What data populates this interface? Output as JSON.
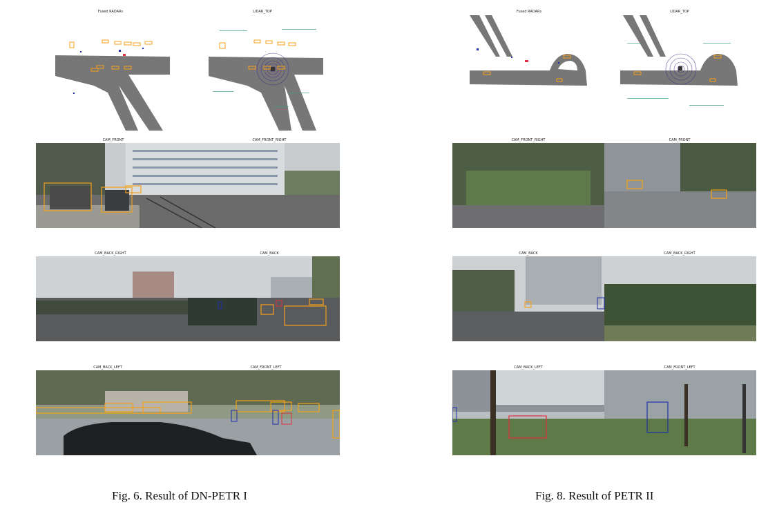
{
  "left_figure": {
    "caption": "Fig. 6.  Result of DN-PETR I",
    "bev_labels": [
      "Fused RADARs",
      "LIDAR_TOP"
    ],
    "row1_labels": [
      "CAM_FRONT",
      "CAM_FRONT_RIGHT"
    ],
    "row2_labels": [
      "CAM_BACK_RIGHT",
      "CAM_BACK"
    ],
    "row3_labels": [
      "CAM_BACK_LEFT",
      "CAM_FRONT_LEFT"
    ]
  },
  "right_figure": {
    "caption": "Fig. 8.  Result of PETR II",
    "bev_labels": [
      "Fused RADARs",
      "LIDAR_TOP"
    ],
    "row1_labels": [
      "CAM_FRONT_RIGHT",
      "CAM_FRONT"
    ],
    "row2_labels": [
      "CAM_BACK",
      "CAM_BACK_RIGHT"
    ],
    "row3_labels": [
      "CAM_BACK_LEFT",
      "CAM_FRONT_LEFT"
    ]
  },
  "colors": {
    "road": "#777777",
    "box_predicted": "#f5a01a",
    "box_pedestrian": "#1f2db0",
    "box_red": "#e0303f",
    "lidar_points": "#3a3a9a"
  }
}
